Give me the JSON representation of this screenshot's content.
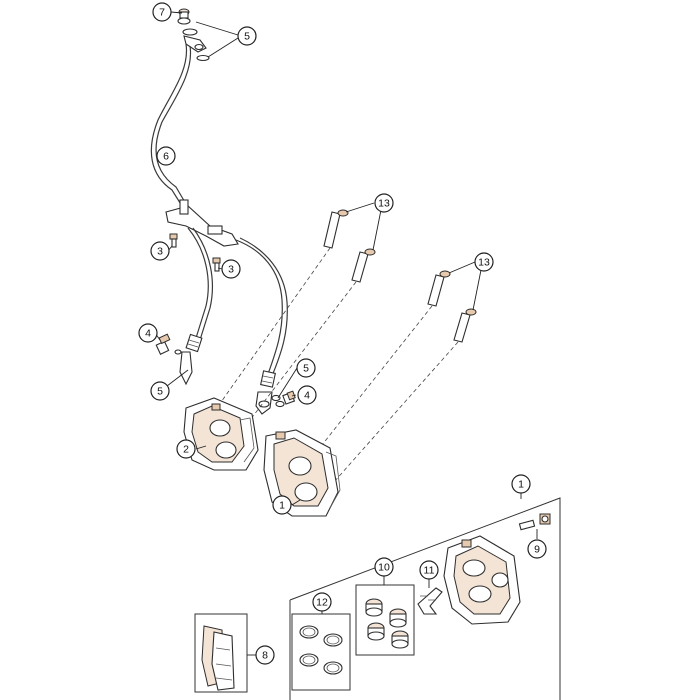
{
  "callouts": {
    "c7": "7",
    "c5_top": "5",
    "c6": "6",
    "c3_left": "3",
    "c3_mid": "3",
    "c4_left": "4",
    "c5_left": "5",
    "c5_mid": "5",
    "c4_mid": "4",
    "c13_top": "13",
    "c13_right": "13",
    "c2": "2",
    "c1_caliper": "1",
    "c1_kit": "1",
    "c9": "9",
    "c10": "10",
    "c11": "11",
    "c12": "12",
    "c8": "8"
  },
  "colors": {
    "accent": "#e7c9ad",
    "line": "#3a3a3a"
  }
}
